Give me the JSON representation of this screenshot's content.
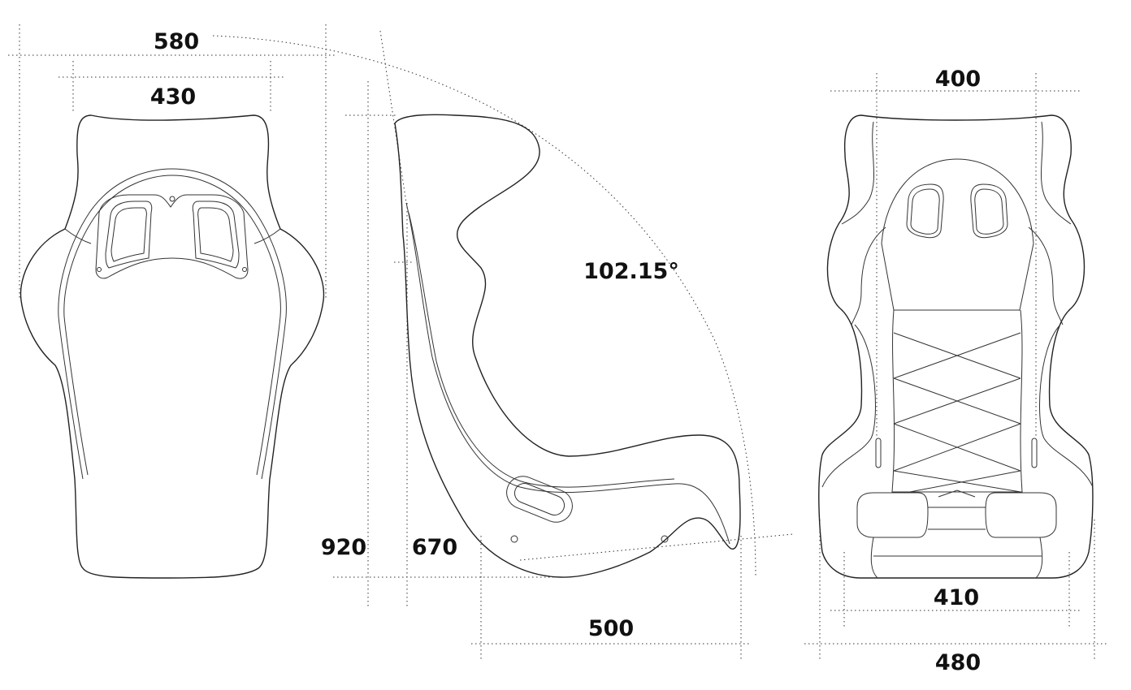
{
  "dimensions": {
    "front_total_width": "580",
    "front_shoulder_width": "430",
    "side_recline_angle": "102.15°",
    "side_total_height": "920",
    "side_back_height": "670",
    "side_depth": "500",
    "back_top_width": "400",
    "back_seat_width": "410",
    "back_total_width": "480"
  }
}
